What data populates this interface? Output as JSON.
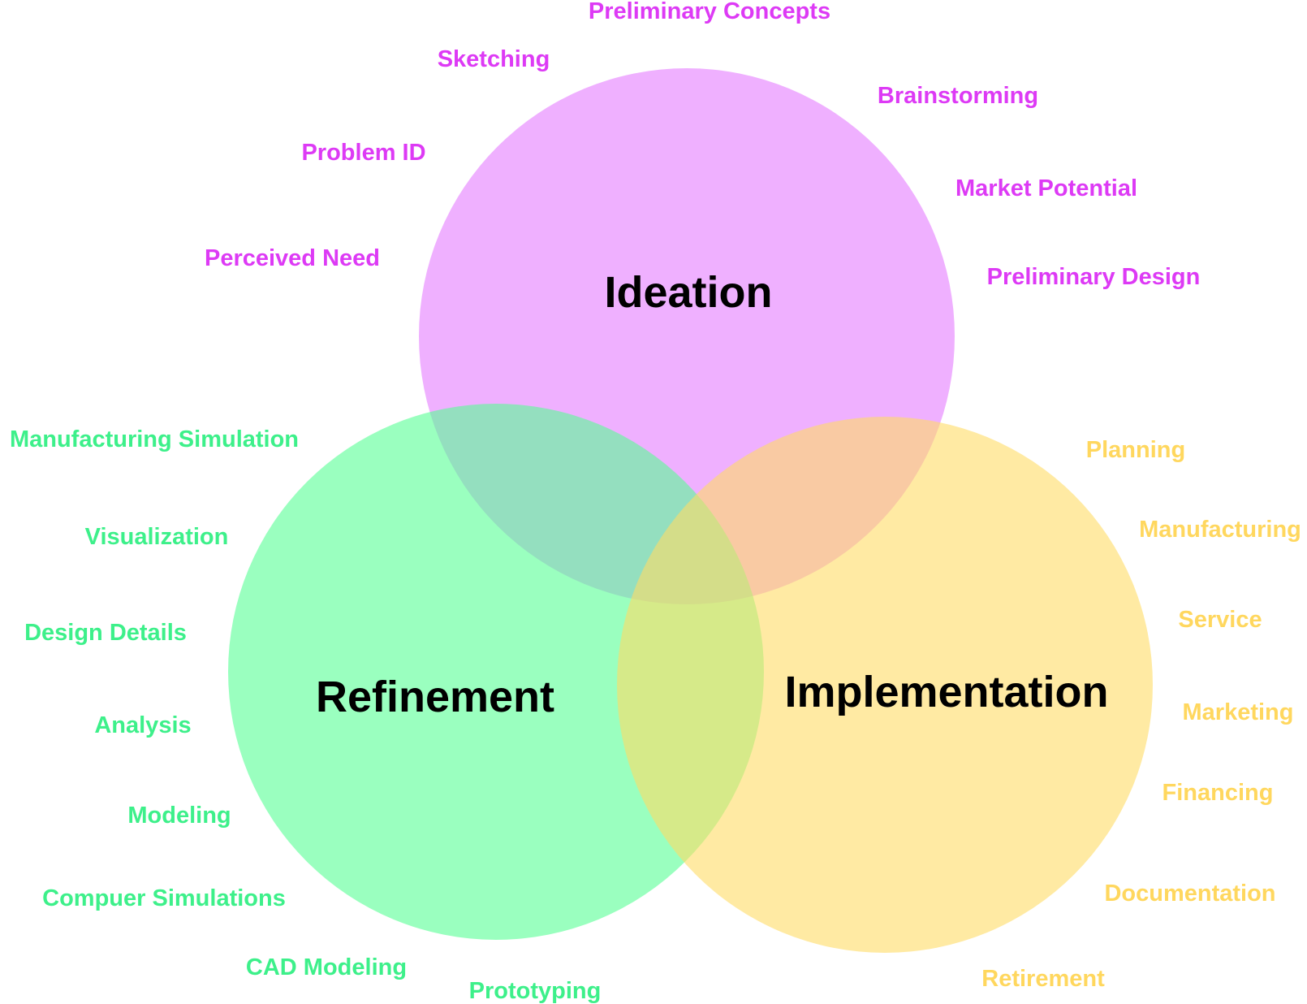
{
  "colors": {
    "ideation": "#e57bff",
    "refinement": "#57ff95",
    "implementation": "#ffdc66",
    "ideation_text": "#dd3af5",
    "refinement_text": "#3df08a",
    "implementation_text": "#ffd75e"
  },
  "ideation": {
    "title": "Ideation",
    "items": [
      "Preliminary Concepts",
      "Sketching",
      "Brainstorming",
      "Problem ID",
      "Market Potential",
      "Perceived Need",
      "Preliminary Design"
    ]
  },
  "refinement": {
    "title": "Refinement",
    "items": [
      "Manufacturing Simulation",
      "Visualization",
      "Design Details",
      "Analysis",
      "Modeling",
      "Compuer Simulations",
      "CAD Modeling",
      "Prototyping"
    ]
  },
  "implementation": {
    "title": "Implementation",
    "items": [
      "Planning",
      "Manufacturing",
      "Service",
      "Marketing",
      "Financing",
      "Documentation",
      "Retirement"
    ]
  }
}
